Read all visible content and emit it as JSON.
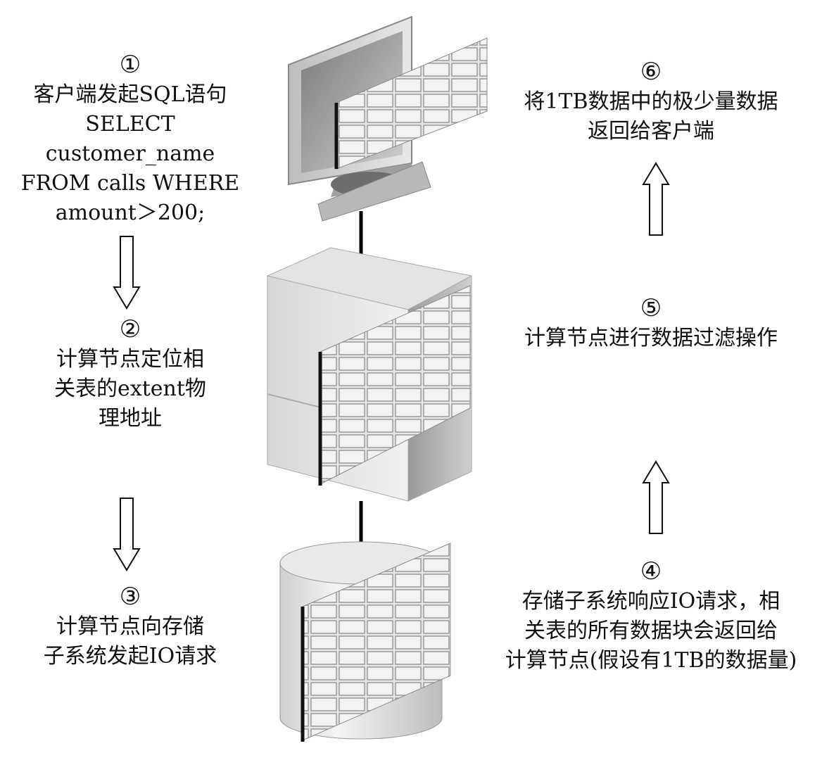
{
  "steps": {
    "s1": {
      "num": "①",
      "lines": [
        "客户端发起SQL语句",
        "SELECT",
        "customer_name",
        "FROM calls WHERE",
        "amount＞200;"
      ]
    },
    "s2": {
      "num": "②",
      "lines": [
        "计算节点定位相",
        "关表的extent物",
        "理地址"
      ]
    },
    "s3": {
      "num": "③",
      "lines": [
        "计算节点向存储",
        "子系统发起IO请求"
      ]
    },
    "s4": {
      "num": "④",
      "lines": [
        "存储子系统响应IO请求，相",
        "关表的所有数据块会返回给",
        "计算节点(假设有1TB的数据量)"
      ]
    },
    "s5": {
      "num": "⑤",
      "lines": [
        "计算节点进行数据过滤操作"
      ]
    },
    "s6": {
      "num": "⑥",
      "lines": [
        "将1TB数据中的极少量数据",
        "返回给客户端"
      ]
    }
  },
  "icons": {
    "client": "monitor-with-table-icon",
    "compute": "server-with-table-icon",
    "storage": "disk-storage-with-table-icon",
    "arrow_down": "hollow-arrow-down-icon",
    "arrow_up": "hollow-arrow-up-icon"
  }
}
